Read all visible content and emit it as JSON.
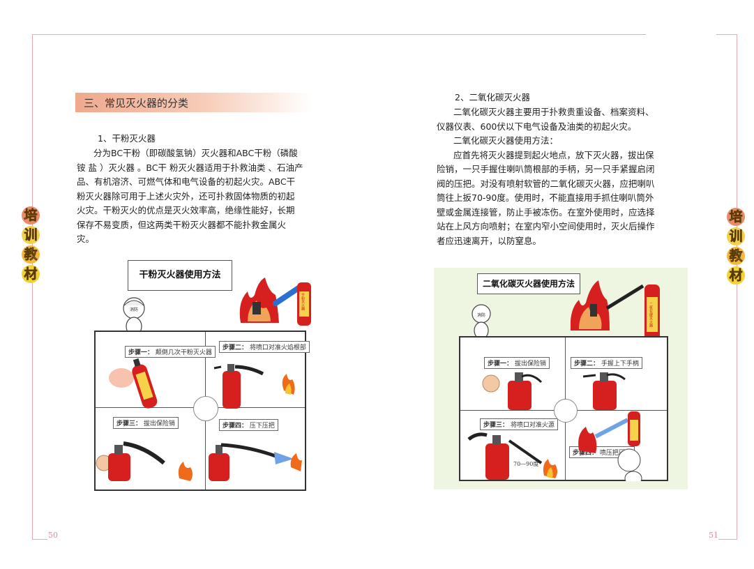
{
  "left_page": {
    "page_number": "50",
    "section_title": "三、常见灭火器的分类",
    "subheading": "1、干粉灭火器",
    "paragraph_lines": [
      "分为BC干粉（即碳酸氢钠）灭火器和ABC干粉（磷酸",
      "铵 盐 ）灭火器 。BC干 粉灭火器适用于扑救油类 、石油产",
      "品、有机溶济、可燃气体和电气设备的初起火灾。ABC干",
      "粉灭火器除可用于上述火灾外，还可扑救固体物质的初起",
      "火灾。干粉灭火的优点是灭火效率高，绝缘性能好，长期",
      "保存不易变质，但这两类干粉灭火器都不能扑救金属火",
      "灾。"
    ],
    "figure": {
      "title_bubble": "干粉灭火器使用方法",
      "mascot_text": "消防",
      "extinguisher_text": "干粉灭火器",
      "steps": [
        {
          "label": "步骤一：",
          "text": "颠倒几次干粉灭火器"
        },
        {
          "label": "步骤二：",
          "text": "将喷口对准火焰根部"
        },
        {
          "label": "步骤三：",
          "text": "拔出保险销"
        },
        {
          "label": "步骤四：",
          "text": "压下压把"
        }
      ]
    }
  },
  "right_page": {
    "page_number": "51",
    "subheading": "2、二氧化碳灭火器",
    "paragraph1_lines": [
      "二氧化碳灭火器主要用于扑救贵重设备、档案资料、",
      "仪器仪表、600伏以下电气设备及油类的初起火灾。"
    ],
    "usage_heading": "二氧化碳灭火器使用方法：",
    "paragraph2_lines": [
      "应首先将灭火器提到起火地点，放下灭火器，拔出保",
      "险销，一只手握住喇叭筒根部的手柄，另一只手紧握启闭",
      "阀的压把。对没有喷射软管的二氧化碳灭火器，应把喇叭",
      "筒往上扳70-90度。使用时，不能直接用手抓住喇叭筒外",
      "壁或金属连接管，防止手被冻伤。在室外使用时，应选择",
      "站在上风方向喷射；在室内窄小空间使用时，灭火后操作",
      "者应迅速离开，以防窒息。"
    ],
    "figure": {
      "title_bubble": "二氧化碳灭火器使用方法",
      "mascot_text": "消防",
      "extinguisher_text": "二氧化碳灭火器",
      "angle_text": "70—90度",
      "steps": [
        {
          "label": "步骤一：",
          "text": "拔出保险销"
        },
        {
          "label": "步骤二：",
          "text": "手握上下手柄"
        },
        {
          "label": "步骤三：",
          "text": "将喷口对准火源"
        },
        {
          "label": "步骤四：",
          "text": "喷压把压下"
        }
      ]
    }
  },
  "side_badge": [
    "培",
    "训",
    "教",
    "材"
  ],
  "colors": {
    "frame": "#e8a9b0",
    "section_bar": "#efa98d",
    "extinguisher_red": "#d62020",
    "right_figure_bg": "#eef5e0"
  }
}
